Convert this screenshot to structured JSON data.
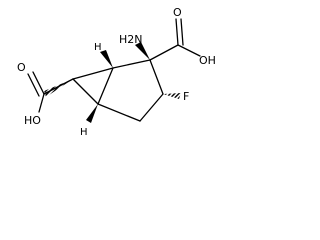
{
  "structure": {
    "labels": {
      "nh2": "H2N",
      "oh_right": "OH",
      "o_right": "O",
      "fluorine": "F",
      "oh_left": "HO",
      "o_left": "O",
      "h_top": "H",
      "h_bottom": "H"
    },
    "bond_color": "#000000",
    "background": "#ffffff"
  }
}
